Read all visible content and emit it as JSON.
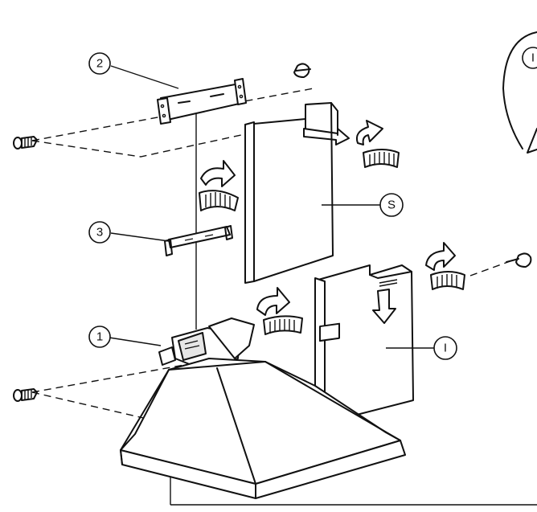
{
  "callouts": {
    "label_1": "1",
    "label_2": "2",
    "label_3": "3",
    "label_s": "S",
    "label_i": "I",
    "label_i_detail": "I"
  }
}
